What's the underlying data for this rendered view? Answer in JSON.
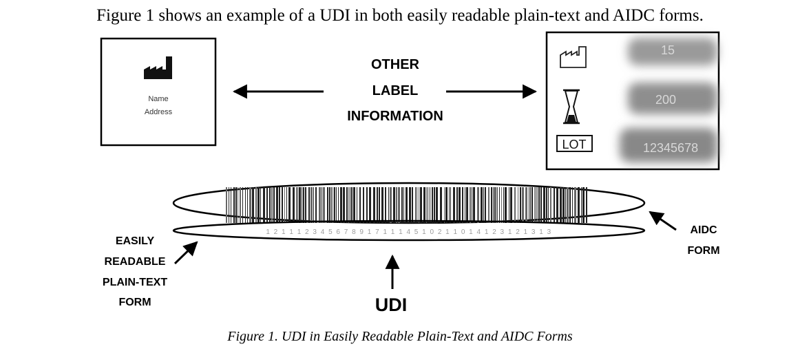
{
  "intro_text": "Figure 1 shows an example of a UDI in both easily readable plain-text and AIDC forms.",
  "left_box": {
    "name": "Name",
    "address": "Address",
    "icon": "manufacturer-icon"
  },
  "center_label": {
    "line1": "OTHER",
    "line2": "LABEL",
    "line3": "INFORMATION"
  },
  "right_box": {
    "icons": [
      "date-of-manufacture-icon",
      "use-by-date-icon",
      "lot-icon"
    ],
    "lot_symbol": "LOT",
    "values": [
      "15",
      "200",
      "12345678"
    ]
  },
  "barcode_digits": "1 2 1 1 1 2 3 4 5 6 7 8 9 1 7 1 1 1 4 5 1 0 2 1 1 0 1 4 1 2 3 1 2 1 3 1 3",
  "plain_text_label": {
    "line1": "EASILY",
    "line2": "READABLE",
    "line3": "PLAIN-TEXT",
    "line4": "FORM"
  },
  "aidc_label": {
    "line1": "AIDC",
    "line2": "FORM"
  },
  "udi_label": "UDI",
  "caption": "Figure 1. UDI in Easily Readable Plain-Text and AIDC Forms"
}
